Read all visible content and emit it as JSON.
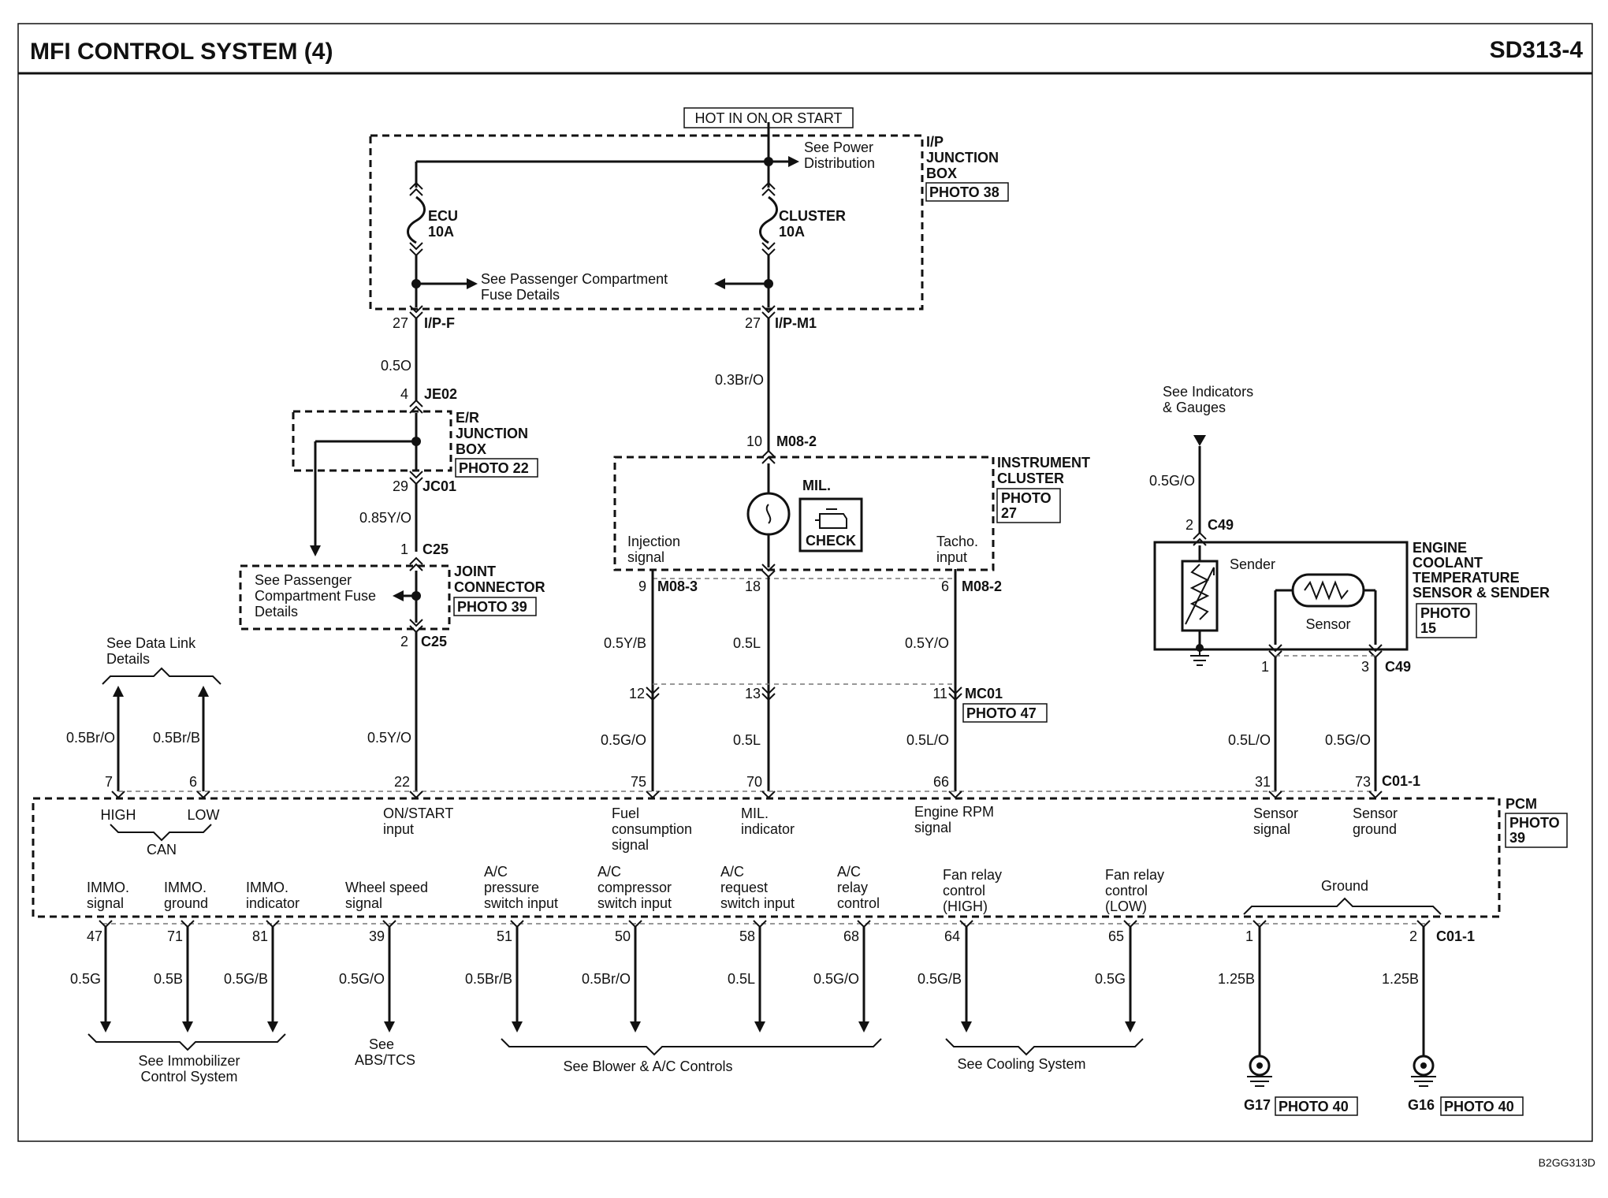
{
  "header": {
    "title": "MFI CONTROL SYSTEM (4)",
    "page_code": "SD313-4"
  },
  "footer": {
    "code": "B2GG313D"
  },
  "power": {
    "hot_label": "HOT IN ON OR START",
    "see_power_line1": "See Power",
    "see_power_line2": "Distribution",
    "ip_box_line1": "I/P",
    "ip_box_line2": "JUNCTION",
    "ip_box_line3": "BOX",
    "ip_box_photo": "PHOTO 38",
    "fuse_ecu_name": "ECU",
    "fuse_ecu_rating": "10A",
    "fuse_cluster_name": "CLUSTER",
    "fuse_cluster_rating": "10A",
    "see_pass_line1": "See Passenger Compartment",
    "see_pass_line2": "Fuse Details"
  },
  "left_branch": {
    "pin1": "27",
    "conn1": "I/P-F",
    "wire1": "0.5O",
    "pin2": "4",
    "conn2": "JE02",
    "er_line1": "E/R",
    "er_line2": "JUNCTION",
    "er_line3": "BOX",
    "er_photo": "PHOTO 22",
    "pin3": "29",
    "conn3": "JC01",
    "wire2": "0.85Y/O",
    "pin4": "1",
    "conn4": "C25",
    "jc_line1": "JOINT",
    "jc_line2": "CONNECTOR",
    "jc_photo": "PHOTO 39",
    "see_pass_line1": "See Passenger",
    "see_pass_line2": "Compartment Fuse",
    "see_pass_line3": "Details",
    "pin5": "2",
    "conn5": "C25",
    "wire3": "0.5Y/O",
    "pcm_pin": "22"
  },
  "can": {
    "see_line1": "See Data Link",
    "see_line2": "Details",
    "wire_high": "0.5Br/O",
    "wire_low": "0.5Br/B",
    "pin_high": "7",
    "pin_low": "6"
  },
  "cluster": {
    "pin_ip": "27",
    "conn_ip": "I/P-M1",
    "wire_top": "0.3Br/O",
    "pin_m082": "10",
    "conn_m082": "M08-2",
    "title_line1": "INSTRUMENT",
    "title_line2": "CLUSTER",
    "photo_line1": "PHOTO",
    "photo_line2": "27",
    "mil_label": "MIL.",
    "check_label": "CHECK",
    "inj_line1": "Injection",
    "inj_line2": "signal",
    "tacho_line1": "Tacho.",
    "tacho_line2": "input",
    "pin_inj": "9",
    "conn_inj": "M08-3",
    "pin_mil": "18",
    "pin_tacho": "6",
    "conn_tacho": "M08-2",
    "wire_inj": "0.5Y/B",
    "wire_mil": "0.5L",
    "wire_tacho": "0.5Y/O",
    "mc_pin_inj": "12",
    "mc_pin_mil": "13",
    "mc_pin_tacho": "11",
    "mc_conn": "MC01",
    "mc_photo": "PHOTO 47",
    "wire_inj2": "0.5G/O",
    "wire_mil2": "0.5L",
    "wire_tacho2": "0.5L/O",
    "pcm_pin_inj": "75",
    "pcm_pin_mil": "70",
    "pcm_pin_tacho": "66"
  },
  "ect": {
    "see_line1": "See Indicators",
    "see_line2": "& Gauges",
    "wire_top": "0.5G/O",
    "pin_top": "2",
    "conn_top": "C49",
    "title_line1": "ENGINE",
    "title_line2": "COOLANT",
    "title_line3": "TEMPERATURE",
    "title_line4": "SENSOR & SENDER",
    "photo_line1": "PHOTO",
    "photo_line2": "15",
    "sender_label": "Sender",
    "sensor_label": "Sensor",
    "pin_sig": "1",
    "pin_gnd": "3",
    "conn_bottom": "C49",
    "wire_sig": "0.5L/O",
    "wire_gnd": "0.5G/O",
    "pcm_pin_sig": "31",
    "pcm_pin_gnd": "73",
    "pcm_conn": "C01-1"
  },
  "pcm": {
    "title": "PCM",
    "photo_line1": "PHOTO",
    "photo_line2": "39",
    "high": "HIGH",
    "low": "LOW",
    "can": "CAN",
    "onstart_line1": "ON/START",
    "onstart_line2": "input",
    "fuel_line1": "Fuel",
    "fuel_line2": "consumption",
    "fuel_line3": "signal",
    "mil_line1": "MIL.",
    "mil_line2": "indicator",
    "rpm_line1": "Engine RPM",
    "rpm_line2": "signal",
    "ss_line1": "Sensor",
    "ss_line2": "signal",
    "sg_line1": "Sensor",
    "sg_line2": "ground",
    "immo_sig_line1": "IMMO.",
    "immo_sig_line2": "signal",
    "immo_gnd_line1": "IMMO.",
    "immo_gnd_line2": "ground",
    "immo_ind_line1": "IMMO.",
    "immo_ind_line2": "indicator",
    "wheel_line1": "Wheel speed",
    "wheel_line2": "signal",
    "acp_line1": "A/C",
    "acp_line2": "pressure",
    "acp_line3": "switch input",
    "acc_line1": "A/C",
    "acc_line2": "compressor",
    "acc_line3": "switch input",
    "acr_line1": "A/C",
    "acr_line2": "request",
    "acr_line3": "switch input",
    "acrl_line1": "A/C",
    "acrl_line2": "relay",
    "acrl_line3": "control",
    "fh_line1": "Fan relay",
    "fh_line2": "control",
    "fh_line3": "(HIGH)",
    "fl_line1": "Fan relay",
    "fl_line2": "control",
    "fl_line3": "(LOW)",
    "ground": "Ground"
  },
  "bottom": {
    "pins": [
      "47",
      "71",
      "81",
      "39",
      "51",
      "50",
      "58",
      "68",
      "64",
      "65",
      "1",
      "2"
    ],
    "conn_ground": "C01-1",
    "wires": [
      "0.5G",
      "0.5B",
      "0.5G/B",
      "0.5G/O",
      "0.5Br/B",
      "0.5Br/O",
      "0.5L",
      "0.5G/O",
      "0.5G/B",
      "0.5G",
      "1.25B",
      "1.25B"
    ],
    "see_immo_line1": "See Immobilizer",
    "see_immo_line2": "Control System",
    "see_abs_line1": "See",
    "see_abs_line2": "ABS/TCS",
    "see_blower": "See Blower & A/C Controls",
    "see_cooling": "See Cooling System",
    "g17": "G17",
    "g17_photo": "PHOTO 40",
    "g16": "G16",
    "g16_photo": "PHOTO 40"
  }
}
